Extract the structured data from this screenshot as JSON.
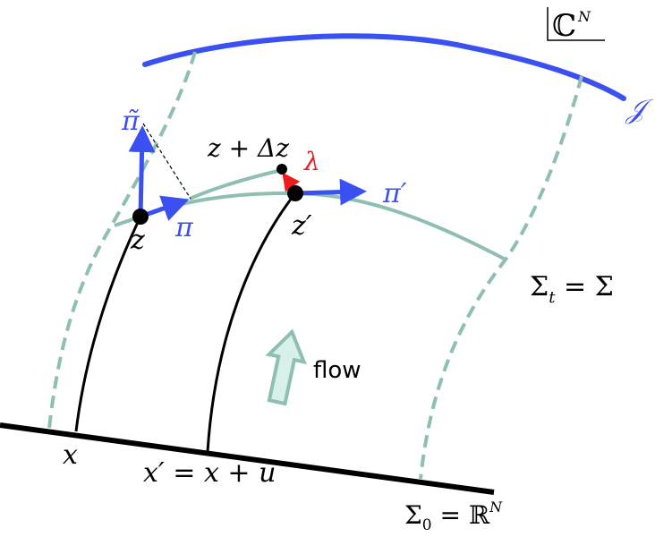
{
  "labels": {
    "space": "ℂ",
    "space_sup": "N",
    "thimble": "𝒥",
    "pi_tilde": "π̃",
    "pi": "π",
    "pi_prime": "π′",
    "z": "z",
    "z_prime": "z′",
    "z_delta": "z + Δz",
    "lambda": "λ",
    "sigma_t": "Σ",
    "sigma_t_sub": "t",
    "sigma_t_rhs": " = Σ",
    "flow": "flow",
    "x": "x",
    "x_prime": "x′ = x + u",
    "sigma_0": "Σ",
    "sigma_0_sub": "0",
    "sigma_0_rhs": " = ℝ",
    "sigma_0_sup": "N"
  },
  "colors": {
    "blue": "#3a50f0",
    "teal": "#8fbfb2",
    "red": "#ee1c1c",
    "black": "#000000"
  }
}
